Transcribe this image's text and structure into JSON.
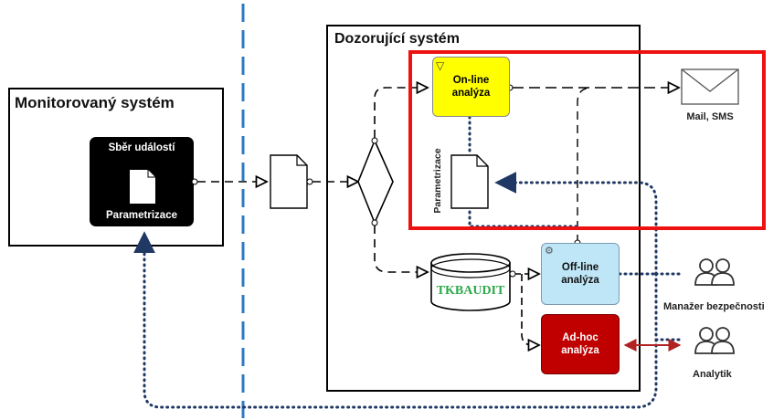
{
  "monitored_system": {
    "title": "Monitorovaný systém",
    "collector": {
      "title": "Sběr událostí",
      "footer": "Parametrizace"
    }
  },
  "supervising_system": {
    "title": "Dozorující systém"
  },
  "online_analysis": {
    "label_line1": "On-line",
    "label_line2": "analýza"
  },
  "parametrization_doc": {
    "label": "Parametrizace"
  },
  "database": {
    "label": "TKBAUDIT"
  },
  "offline_analysis": {
    "label_line1": "Off-line",
    "label_line2": "analýza"
  },
  "adhoc_analysis": {
    "label_line1": "Ad-hoc",
    "label_line2": "analýza"
  },
  "mail": {
    "label": "Mail, SMS"
  },
  "security_manager": {
    "label": "Manažer bezpečnosti"
  },
  "analyst": {
    "label": "Analytik"
  },
  "colors": {
    "online_fill": "#ffff00",
    "offline_fill": "#bfe6f7",
    "adhoc_fill": "#c00000",
    "highlight_border": "#ee1111",
    "divider": "#2b7bc4",
    "db_text": "#2ea84a",
    "dotted_link": "#1f3864"
  }
}
